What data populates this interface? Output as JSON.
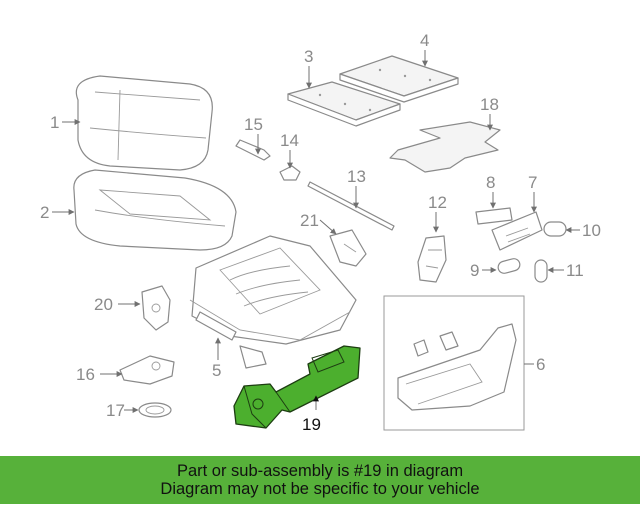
{
  "diagram": {
    "highlight_color": "#4caf2e",
    "callouts": [
      "1",
      "2",
      "3",
      "4",
      "5",
      "6",
      "7",
      "8",
      "9",
      "10",
      "11",
      "12",
      "13",
      "14",
      "15",
      "16",
      "17",
      "18",
      "19",
      "20",
      "21"
    ],
    "highlighted_part": "19"
  },
  "banner": {
    "line1": "Part or sub-assembly is #19 in diagram",
    "line2": "Diagram may not be specific to your vehicle",
    "color": "#57b13a"
  }
}
